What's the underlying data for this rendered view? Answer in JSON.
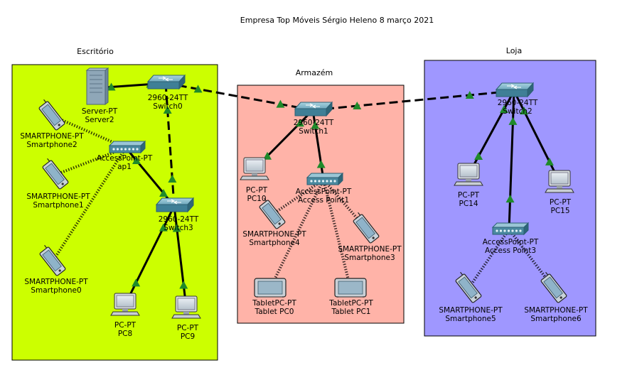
{
  "title": "Empresa Top Móveis Sérgio Heleno 8 março 2021",
  "zones": [
    {
      "id": "escritorio",
      "label": "Escritório",
      "color": "#ccff00"
    },
    {
      "id": "armazem",
      "label": "Armazém",
      "color": "#ffb3a8"
    },
    {
      "id": "loja",
      "label": "Loja",
      "color": "#9f97ff"
    }
  ],
  "devices": [
    {
      "id": "server2",
      "kind": "server",
      "model": "Server-PT",
      "name": "Server2"
    },
    {
      "id": "switch0",
      "kind": "switch",
      "model": "2960-24TT",
      "name": "Switch0"
    },
    {
      "id": "smartphone2",
      "kind": "smartphone",
      "model": "SMARTPHONE-PT",
      "name": "Smartphone2"
    },
    {
      "id": "ap1",
      "kind": "accesspoint",
      "model": "AccessPoint-PT",
      "name": "ap1"
    },
    {
      "id": "smartphone1",
      "kind": "smartphone",
      "model": "SMARTPHONE-PT",
      "name": "Smartphone1"
    },
    {
      "id": "switch3",
      "kind": "switch",
      "model": "2960-24TT",
      "name": "Switch3"
    },
    {
      "id": "smartphone0",
      "kind": "smartphone",
      "model": "SMARTPHONE-PT",
      "name": "Smartphone0"
    },
    {
      "id": "pc8",
      "kind": "pc",
      "model": "PC-PT",
      "name": "PC8"
    },
    {
      "id": "pc9",
      "kind": "pc",
      "model": "PC-PT",
      "name": "PC9"
    },
    {
      "id": "switch1",
      "kind": "switch",
      "model": "2960-24TT",
      "name": "Switch1"
    },
    {
      "id": "pc10",
      "kind": "pc",
      "model": "PC-PT",
      "name": "PC10"
    },
    {
      "id": "accesspoint1",
      "kind": "accesspoint",
      "model": "AccessPoint-PT",
      "name": "Access Point1"
    },
    {
      "id": "smartphone4",
      "kind": "smartphone",
      "model": "SMARTPHONE-PT",
      "name": "Smartphone4"
    },
    {
      "id": "smartphone3",
      "kind": "smartphone",
      "model": "SMARTPHONE-PT",
      "name": "Smartphone3"
    },
    {
      "id": "tabletpc0",
      "kind": "tablet",
      "model": "TabletPC-PT",
      "name": "Tablet PC0"
    },
    {
      "id": "tabletpc1",
      "kind": "tablet",
      "model": "TabletPC-PT",
      "name": "Tablet PC1"
    },
    {
      "id": "switch2",
      "kind": "switch",
      "model": "2960-24TT",
      "name": "Switch2"
    },
    {
      "id": "pc14",
      "kind": "pc",
      "model": "PC-PT",
      "name": "PC14"
    },
    {
      "id": "pc15",
      "kind": "pc",
      "model": "PC-PT",
      "name": "PC15"
    },
    {
      "id": "accesspoint3",
      "kind": "accesspoint",
      "model": "AccessPoint-PT",
      "name": "Access Point3"
    },
    {
      "id": "smartphone5",
      "kind": "smartphone",
      "model": "SMARTPHONE-PT",
      "name": "Smartphone5"
    },
    {
      "id": "smartphone6",
      "kind": "smartphone",
      "model": "SMARTPHONE-PT",
      "name": "Smartphone6"
    }
  ],
  "links": [
    {
      "from": "server2",
      "to": "switch0",
      "type": "copper-straight"
    },
    {
      "from": "switch0",
      "to": "switch1",
      "type": "copper-cross"
    },
    {
      "from": "switch1",
      "to": "switch2",
      "type": "copper-cross"
    },
    {
      "from": "switch0",
      "to": "switch3",
      "type": "copper-cross"
    },
    {
      "from": "ap1",
      "to": "switch3",
      "type": "copper-straight"
    },
    {
      "from": "switch3",
      "to": "pc8",
      "type": "copper-straight"
    },
    {
      "from": "switch3",
      "to": "pc9",
      "type": "copper-straight"
    },
    {
      "from": "switch1",
      "to": "pc10",
      "type": "copper-straight"
    },
    {
      "from": "switch1",
      "to": "accesspoint1",
      "type": "copper-straight"
    },
    {
      "from": "switch2",
      "to": "pc14",
      "type": "copper-straight"
    },
    {
      "from": "switch2",
      "to": "pc15",
      "type": "copper-straight"
    },
    {
      "from": "switch2",
      "to": "accesspoint3",
      "type": "copper-straight"
    },
    {
      "from": "ap1",
      "to": "smartphone2",
      "type": "wireless"
    },
    {
      "from": "ap1",
      "to": "smartphone1",
      "type": "wireless"
    },
    {
      "from": "ap1",
      "to": "smartphone0",
      "type": "wireless"
    },
    {
      "from": "accesspoint1",
      "to": "smartphone4",
      "type": "wireless"
    },
    {
      "from": "accesspoint1",
      "to": "smartphone3",
      "type": "wireless"
    },
    {
      "from": "accesspoint1",
      "to": "tabletpc0",
      "type": "wireless"
    },
    {
      "from": "accesspoint1",
      "to": "tabletpc1",
      "type": "wireless"
    },
    {
      "from": "accesspoint3",
      "to": "smartphone5",
      "type": "wireless"
    },
    {
      "from": "accesspoint3",
      "to": "smartphone6",
      "type": "wireless"
    }
  ]
}
